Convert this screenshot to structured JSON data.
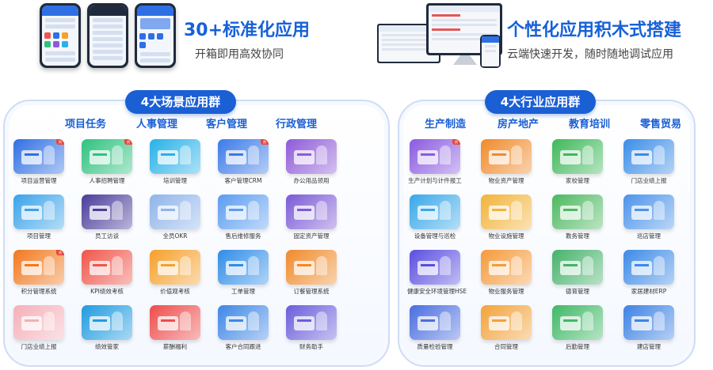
{
  "banner": {
    "left_title": "30+标准化应用",
    "left_sub": "开箱即用高效协同",
    "right_title": "个性化应用积木式搭建",
    "right_sub": "云端快速开发，随时随地调试应用"
  },
  "left_panel": {
    "title": "4大场景应用群",
    "categories": [
      "项目任务",
      "人事管理",
      "客户管理",
      "行政管理"
    ],
    "apps": [
      {
        "label": "项目运营管理",
        "color": "#2f6fe4",
        "hot": true
      },
      {
        "label": "人事招聘管理",
        "color": "#2ec27e",
        "hot": true
      },
      {
        "label": "培训管理",
        "color": "#27b1e8",
        "hot": false
      },
      {
        "label": "客户管理CRM",
        "color": "#3b7ae8",
        "hot": true
      },
      {
        "label": "办公用品领用",
        "color": "#8e5ad8",
        "hot": false
      },
      {
        "label": "项目管理",
        "color": "#3aa3ea",
        "hot": false
      },
      {
        "label": "员工访谈",
        "color": "#4a3c9a",
        "hot": false
      },
      {
        "label": "全员OKR",
        "color": "#8fb4e9",
        "hot": false
      },
      {
        "label": "售后维修服务",
        "color": "#5b9cf0",
        "hot": false
      },
      {
        "label": "固定资产管理",
        "color": "#7c5ad6",
        "hot": false
      },
      {
        "label": "积分管理系统",
        "color": "#f2781e",
        "hot": true
      },
      {
        "label": "KPI绩效考核",
        "color": "#f0554a",
        "hot": false
      },
      {
        "label": "价值观考核",
        "color": "#f5a02a",
        "hot": false
      },
      {
        "label": "工单管理",
        "color": "#2f8ce8",
        "hot": false
      },
      {
        "label": "订餐管理系统",
        "color": "#f08a2a",
        "hot": false
      },
      {
        "label": "门店业绩上报",
        "color": "#f4b0b8",
        "hot": false
      },
      {
        "label": "绩效管家",
        "color": "#1f9be0",
        "hot": false
      },
      {
        "label": "薪酬福利",
        "color": "#ee4c4c",
        "hot": false
      },
      {
        "label": "客户合同跟进",
        "color": "#3e86e6",
        "hot": false
      },
      {
        "label": "财务助手",
        "color": "#6a5ddb",
        "hot": false
      }
    ]
  },
  "right_panel": {
    "title": "4大行业应用群",
    "categories": [
      "生产制造",
      "房产地产",
      "教育培训",
      "零售贸易"
    ],
    "apps": [
      {
        "label": "生产计划与计件报工",
        "color": "#8a5ae0",
        "hot": true
      },
      {
        "label": "物业资产管理",
        "color": "#f08a2a",
        "hot": false
      },
      {
        "label": "家校管理",
        "color": "#3eb85a",
        "hot": false
      },
      {
        "label": "门店业绩上报",
        "color": "#3a8de8",
        "hot": false
      },
      {
        "label": "设备管理与巡检",
        "color": "#38a8e8",
        "hot": false
      },
      {
        "label": "物业设施管理",
        "color": "#f2b33a",
        "hot": false
      },
      {
        "label": "教务管理",
        "color": "#4db860",
        "hot": false
      },
      {
        "label": "巡店管理",
        "color": "#4b93ea",
        "hot": false
      },
      {
        "label": "健康安全环境管理HSE",
        "color": "#5a4ee0",
        "hot": false
      },
      {
        "label": "物业服务管理",
        "color": "#f59a3a",
        "hot": false
      },
      {
        "label": "德育管理",
        "color": "#45b26a",
        "hot": false
      },
      {
        "label": "家居建材ERP",
        "color": "#3c8ae6",
        "hot": false
      },
      {
        "label": "质量检验管理",
        "color": "#4a6de0",
        "hot": false
      },
      {
        "label": "合同管理",
        "color": "#f3a23a",
        "hot": false
      },
      {
        "label": "后勤管理",
        "color": "#3fb865",
        "hot": false
      },
      {
        "label": "建店管理",
        "color": "#3d82e4",
        "hot": false
      }
    ]
  },
  "hot_badge": "热"
}
